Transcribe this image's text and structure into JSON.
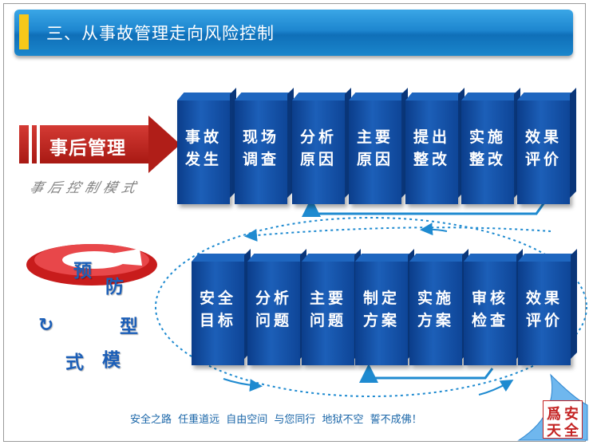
{
  "title": "三、从事故管理走向风险控制",
  "after_management": {
    "label": "事后管理",
    "sub_label": "事后控制模式",
    "steps": [
      {
        "line1": "事故",
        "line2": "发生"
      },
      {
        "line1": "现场",
        "line2": "调查"
      },
      {
        "line1": "分析",
        "line2": "原因"
      },
      {
        "line1": "主要",
        "line2": "原因"
      },
      {
        "line1": "提出",
        "line2": "整改"
      },
      {
        "line1": "实施",
        "line2": "整改"
      },
      {
        "line1": "效果",
        "line2": "评价"
      }
    ]
  },
  "cycle_text": [
    "预",
    "防",
    "型",
    "模",
    "式"
  ],
  "prevention": {
    "steps": [
      {
        "line1": "安全",
        "line2": "目标"
      },
      {
        "line1": "分析",
        "line2": "问题"
      },
      {
        "line1": "主要",
        "line2": "问题"
      },
      {
        "line1": "制定",
        "line2": "方案"
      },
      {
        "line1": "实施",
        "line2": "方案"
      },
      {
        "line1": "审核",
        "line2": "检查"
      },
      {
        "line1": "效果",
        "line2": "评价"
      }
    ]
  },
  "footer": "安全之路 任重道远     自由空间 与您同行     地狱不空 誓不成佛！",
  "seal": [
    "爲",
    "安",
    "天",
    "全"
  ],
  "colors": {
    "accent": "#1c5fb8",
    "title_bar": "#1d86cf",
    "arrow": "#b01e18",
    "dotted": "#1e8ad0"
  }
}
